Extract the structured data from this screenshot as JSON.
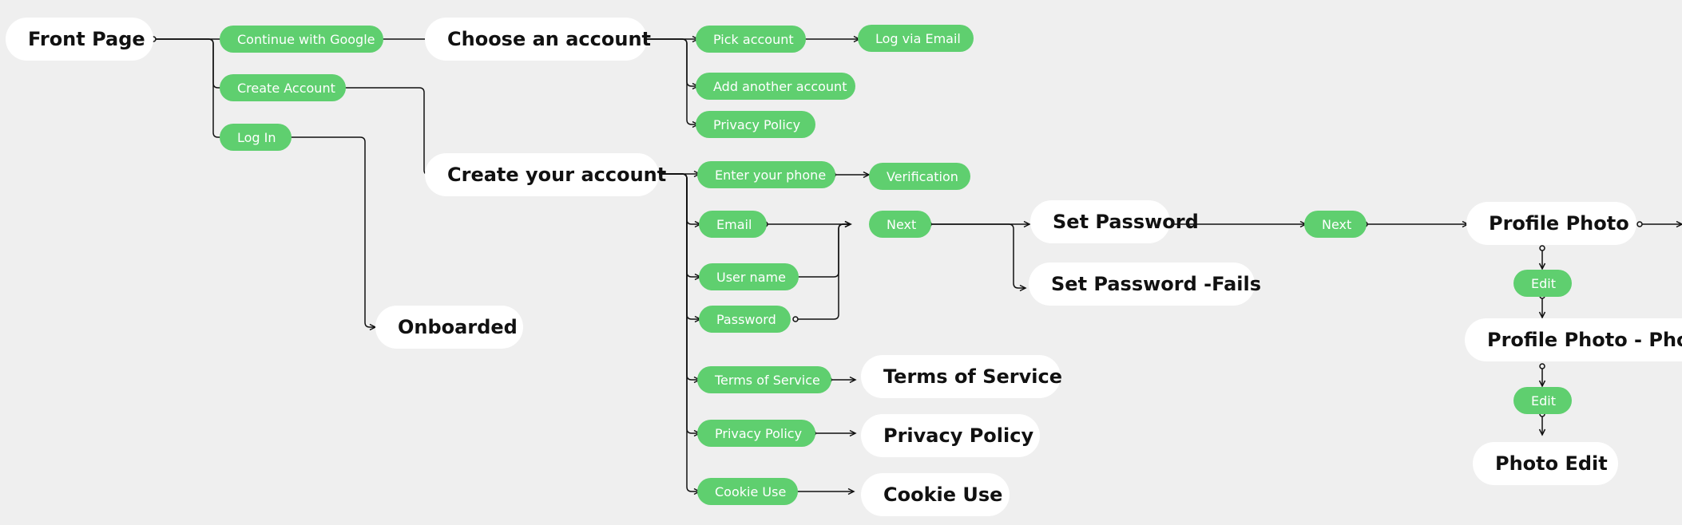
{
  "diagram": {
    "colors": {
      "background": "#efefef",
      "screen_fill": "#ffffff",
      "action_fill": "#5fcf6f",
      "connector": "#111111"
    },
    "screens": {
      "front_page": "Front Page",
      "choose_account": "Choose an account",
      "create_account": "Create your account",
      "onboarded": "Onboarded",
      "set_password": "Set Password",
      "set_password_fails": "Set Password -Fails",
      "profile_photo": "Profile Photo",
      "profile_photo_photo": "Profile Photo - Photo",
      "photo_edit": "Photo Edit",
      "terms_of_service": "Terms of Service",
      "privacy_policy": "Privacy Policy",
      "cookie_use": "Cookie Use"
    },
    "actions": {
      "continue_google": "Continue with Google",
      "create_account": "Create Account",
      "log_in": "Log In",
      "pick_account": "Pick account",
      "log_via_email": "Log via Email",
      "add_another_account": "Add another account",
      "privacy_policy_1": "Privacy Policy",
      "enter_phone": "Enter your phone",
      "verification": "Verification",
      "email": "Email",
      "user_name": "User name",
      "password": "Password",
      "next_1": "Next",
      "next_2": "Next",
      "terms_of_service": "Terms of Service",
      "privacy_policy_2": "Privacy Policy",
      "cookie_use": "Cookie Use",
      "edit_1": "Edit",
      "edit_2": "Edit"
    }
  }
}
